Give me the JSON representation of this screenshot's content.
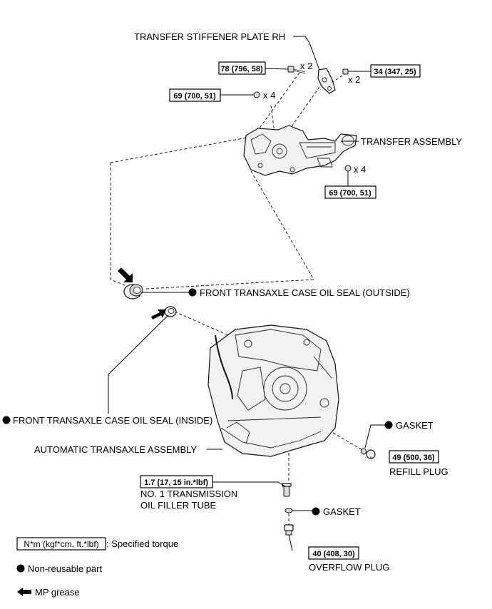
{
  "labels": {
    "transfer_stiffener_plate": "TRANSFER STIFFENER PLATE RH",
    "transfer_assembly": "TRANSFER ASSEMBLY",
    "front_seal_outside": "FRONT TRANSAXLE CASE OIL SEAL (OUTSIDE)",
    "front_seal_inside": "FRONT TRANSAXLE CASE OIL SEAL (INSIDE)",
    "automatic_transaxle_assembly": "AUTOMATIC TRANSAXLE ASSEMBLY",
    "gasket_refill": "GASKET",
    "refill_plug": "REFILL PLUG",
    "filler_tube_line1": "NO. 1 TRANSMISSION",
    "filler_tube_line2": "OIL FILLER TUBE",
    "gasket_overflow": "GASKET",
    "overflow_plug": "OVERFLOW PLUG"
  },
  "torque": {
    "stiffener_bolt": "78 (796, 58)",
    "stiffener_bolt_2": "34 (347, 25)",
    "transfer_upper_nut": "69 (700, 51)",
    "transfer_lower_nut": "69 (700, 51)",
    "refill_plug": "49 (500, 36)",
    "filler_tube": "1.7 (17, 15 in.*lbf)",
    "overflow_plug": "40 (408, 30)"
  },
  "quantities": {
    "stiffener_bolt": "x 2",
    "stiffener_bolt_2": "x 2",
    "transfer_upper_nut": "x 4",
    "transfer_lower_nut": "x 4"
  },
  "legend": {
    "torque_unit": "N*m (kgf*cm, ft.*lbf)",
    "torque_desc": ": Specified torque",
    "non_reusable": "Non-reusable part",
    "mp_grease": "MP grease"
  }
}
